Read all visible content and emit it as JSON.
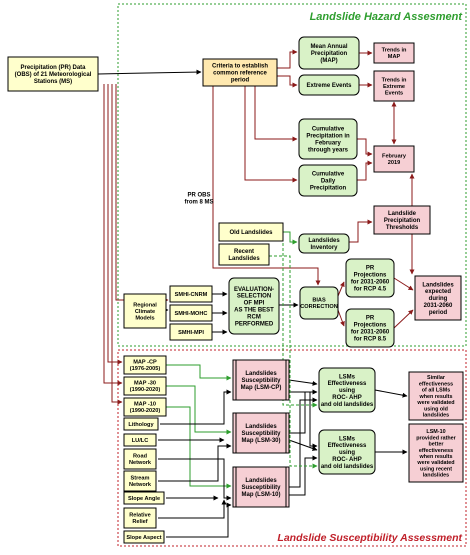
{
  "sections": {
    "hazard": {
      "title": "Landslide Hazard Assesment",
      "color": "#2e9e2e"
    },
    "susceptibility": {
      "title": "Landslide Susceptibility Assessment",
      "color": "#c0202a"
    }
  },
  "nodes": {
    "pr_data": [
      "Precipitation (PR) Data",
      "(OBS) of 21 Meteorological",
      "Stations (MS)"
    ],
    "criteria": [
      "Criteria to establish",
      "common reference",
      "period"
    ],
    "map": [
      "Mean Annual",
      "Precipitation",
      "(MAP)"
    ],
    "trends_map": [
      "Trends in",
      "MAP"
    ],
    "extreme": [
      "Extreme Events"
    ],
    "trends_extreme": [
      "Trends in",
      "Extreme",
      "Events"
    ],
    "cum_feb": [
      "Cumulative",
      "Precipitation in",
      "February",
      "through years"
    ],
    "feb2019": [
      "February",
      "2019"
    ],
    "cum_daily": [
      "Cumulative",
      "Daily",
      "Precipitation"
    ],
    "pr_obs": [
      "PR OBS",
      "from 8 MS"
    ],
    "old_landslides": [
      "Old Landslides"
    ],
    "recent_landslides": [
      "Recent",
      "Landslides"
    ],
    "inventory": [
      "Landslides",
      "Inventory"
    ],
    "thresholds": [
      "Landslide",
      "Precipitation",
      "Thresholds"
    ],
    "rcm": [
      "Regional",
      "Climate",
      "Models"
    ],
    "cnrm": [
      "SMHI-CNRM"
    ],
    "mohc": [
      "SMHI-MOHC"
    ],
    "mpi": [
      "SMHI-MPI"
    ],
    "evaluation": [
      "EVALUATION-",
      "SELECTION",
      "OF MPI",
      "AS THE BEST",
      "RCM",
      "PERFORMED"
    ],
    "bias": [
      "BIAS",
      "CORRECTION"
    ],
    "rcp45": [
      "PR",
      "Projections",
      "for 2031-2060",
      "for RCP 4.5"
    ],
    "rcp85": [
      "PR",
      "Projections",
      "for 2031-2060",
      "for RCP 8.5"
    ],
    "expected": [
      "Landslides",
      "expected",
      "during",
      "2031-2060",
      "period"
    ],
    "map_cp": [
      "MAP -CP",
      "(1976-2005)"
    ],
    "map_30": [
      "MAP -30",
      "(1990-2020)"
    ],
    "map_10": [
      "MAP -10",
      "(1990-2020)"
    ],
    "lithology": [
      "Lithology"
    ],
    "lulc": [
      "LU/LC"
    ],
    "road": [
      "Road",
      "Network"
    ],
    "stream": [
      "Stream",
      "Network"
    ],
    "slope_angle": [
      "Slope Angle"
    ],
    "relief": [
      "Relative",
      "Relief"
    ],
    "slope_aspect": [
      "Slope Aspect"
    ],
    "lsm_cp": [
      "Landslides",
      "Susceptibility",
      "Map (LSM-CP)"
    ],
    "lsm_30": [
      "Landslides",
      "Susceptibility",
      "Map (LSM-30)"
    ],
    "lsm_10": [
      "Landslides",
      "Susceptibility",
      "Map (LSM-10)"
    ],
    "eff1": [
      "LSMs",
      "Effectiveness",
      "using",
      "ROC- AHP",
      "and old landslides"
    ],
    "eff2": [
      "LSMs",
      "Effectiveness",
      "using",
      "ROC- AHP",
      "and old landslides"
    ],
    "similar": [
      "Similar",
      "effectiveness",
      "of all LSMs",
      "when results",
      "were validated",
      "using old",
      "landslides"
    ],
    "lsm10_better": [
      "LSM-10",
      "provided rather",
      "better",
      "effectiveness",
      "when results",
      "were validated",
      "using recent",
      "landslides"
    ]
  },
  "colors": {
    "yellow_fill": "#ffffcc",
    "green_fill": "#d9f2c7",
    "pink_fill": "#f6cfd4",
    "orange_fill": "#ffe9b0",
    "arrow_dark": "#8b1a1a",
    "arrow_green": "#2e9e2e",
    "arrow_black": "#000000"
  }
}
